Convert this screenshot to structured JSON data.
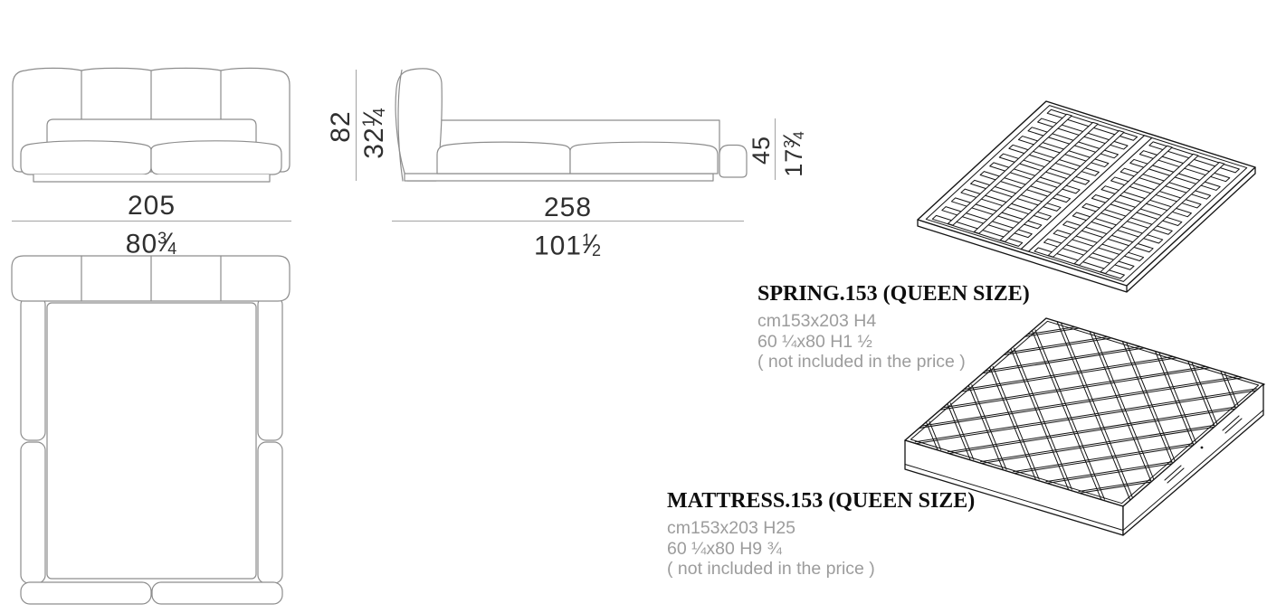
{
  "ui": {
    "fraction_slash": "⁄"
  },
  "dimensions": {
    "front_width_cm": "205",
    "front_width_in": {
      "main": "80",
      "num": "3",
      "den": "4"
    },
    "height_cm": "82",
    "height_in": {
      "main": "32",
      "num": "1",
      "den": "4"
    },
    "length_cm": "258",
    "length_in": {
      "main": "101",
      "num": "1",
      "den": "2"
    },
    "foot_height_cm": "45",
    "foot_height_in": {
      "main": "17",
      "num": "3",
      "den": "4"
    }
  },
  "products": {
    "spring": {
      "name": "SPRING.153 (QUEEN SIZE)",
      "dimensions_cm": "cm153x203 H4",
      "dimensions_in": "60 ¼x80 H1 ½",
      "note": "( not included in the price )"
    },
    "mattress": {
      "name": "MATTRESS.153 (QUEEN SIZE)",
      "dimensions_cm": "cm153x203 H25",
      "dimensions_in": "60 ¼x80 H9 ¾",
      "note": "( not included in the price )"
    }
  }
}
